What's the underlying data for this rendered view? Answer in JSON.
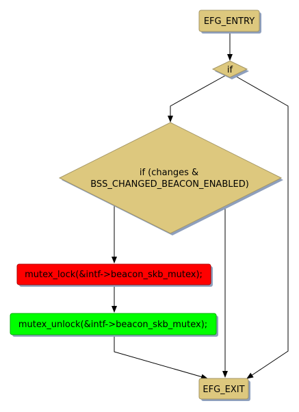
{
  "flowchart": {
    "nodes": {
      "entry": {
        "label": "EFG_ENTRY",
        "shape": "rounded-rect",
        "fill": "#ddc87e"
      },
      "if_small": {
        "label": "if",
        "shape": "diamond",
        "fill": "#ddc87e"
      },
      "if_big": {
        "label_line1": "if (changes &",
        "label_line2": "BSS_CHANGED_BEACON_ENABLED)",
        "shape": "diamond",
        "fill": "#ddc87e"
      },
      "mutex_lock": {
        "label": "mutex_lock(&intf->beacon_skb_mutex);",
        "shape": "rounded-rect",
        "fill": "#ff0000"
      },
      "mutex_unlock": {
        "label": "mutex_unlock(&intf->beacon_skb_mutex);",
        "shape": "rounded-rect",
        "fill": "#00ff00"
      },
      "exit": {
        "label": "EFG_EXIT",
        "shape": "rounded-rect",
        "fill": "#ddc87e"
      }
    },
    "edges": [
      {
        "from": "entry",
        "to": "if_small"
      },
      {
        "from": "if_small",
        "to": "if_big"
      },
      {
        "from": "if_small",
        "to": "exit"
      },
      {
        "from": "if_big",
        "to": "mutex_lock"
      },
      {
        "from": "if_big",
        "to": "exit"
      },
      {
        "from": "mutex_lock",
        "to": "mutex_unlock"
      },
      {
        "from": "mutex_unlock",
        "to": "exit"
      }
    ],
    "colors": {
      "shadow": "#8e9fbd",
      "stroke": "#a39564",
      "edge": "#000000",
      "background": "#ffffff"
    }
  }
}
